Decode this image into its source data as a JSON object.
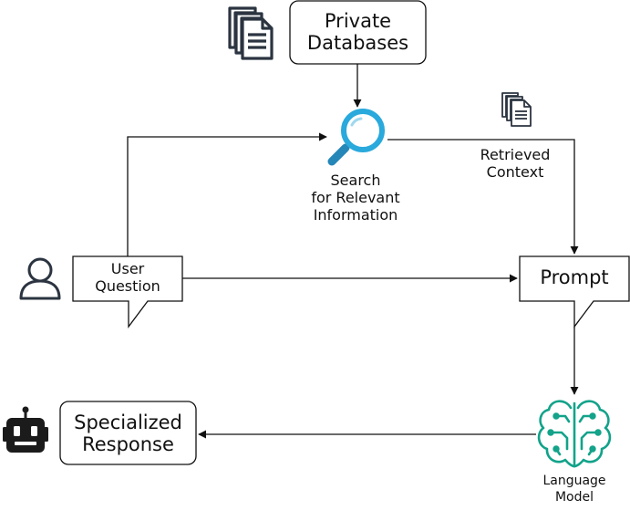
{
  "nodes": {
    "private_databases": "Private\nDatabases",
    "search": "Search\nfor Relevant\nInformation",
    "retrieved_context": "Retrieved\nContext",
    "user_question": "User\nQuestion",
    "prompt": "Prompt",
    "specialized_response": "Specialized\nResponse",
    "language_model": "Language\nModel"
  },
  "colors": {
    "line": "#111111",
    "doc_icon": "#2b3440",
    "magnifier": "#29a9dc",
    "brain": "#12a38a"
  },
  "icons": [
    "documents-icon",
    "magnifier-icon",
    "user-icon",
    "robot-icon",
    "brain-circuit-icon"
  ]
}
